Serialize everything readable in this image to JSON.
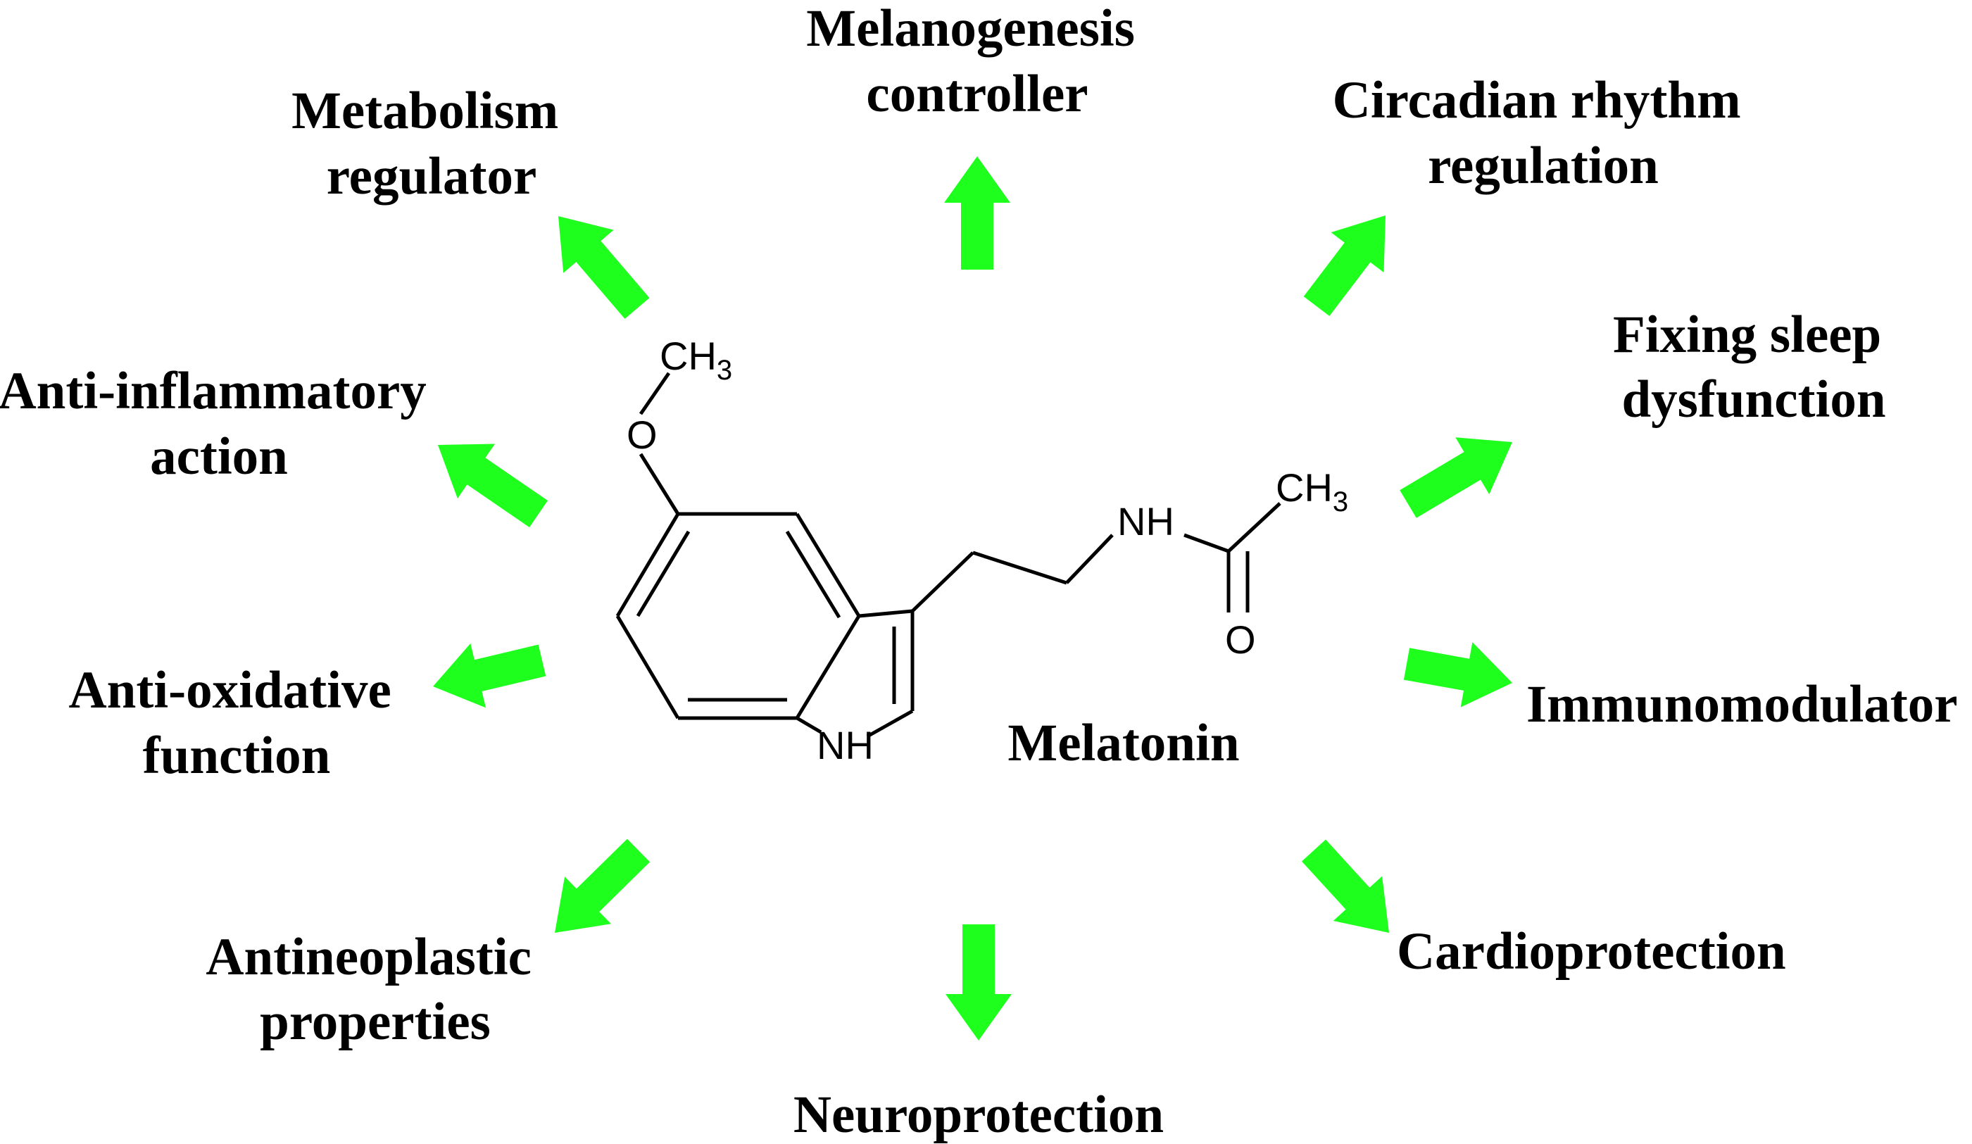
{
  "colors": {
    "arrow": "#1eff1e",
    "text": "#000000",
    "background": "#ffffff"
  },
  "molecule": {
    "name": "Melatonin",
    "atoms": {
      "methyl_top": "CH",
      "methyl_top_sub": "3",
      "oxygen_ether": "O",
      "amide_nh": "NH",
      "methyl_right": "CH",
      "methyl_right_sub": "3",
      "carbonyl_oxygen": "O",
      "indole_nh": "NH"
    }
  },
  "functions": [
    {
      "id": "melanogenesis",
      "lines": [
        "Melanogenesis",
        "controller"
      ]
    },
    {
      "id": "circadian",
      "lines": [
        "Circadian rhythm",
        "regulation"
      ]
    },
    {
      "id": "sleep",
      "lines": [
        "Fixing sleep",
        "dysfunction"
      ]
    },
    {
      "id": "immuno",
      "lines": [
        "Immunomodulator"
      ]
    },
    {
      "id": "cardio",
      "lines": [
        "Cardioprotection"
      ]
    },
    {
      "id": "neuro",
      "lines": [
        "Neuroprotection"
      ]
    },
    {
      "id": "antineoplastic",
      "lines": [
        "Antineoplastic",
        "properties"
      ]
    },
    {
      "id": "antioxidative",
      "lines": [
        "Anti-oxidative",
        "function"
      ]
    },
    {
      "id": "antiinflammatory",
      "lines": [
        "Anti-inflammatory",
        "action"
      ]
    },
    {
      "id": "metabolism",
      "lines": [
        "Metabolism",
        "regulator"
      ]
    }
  ]
}
